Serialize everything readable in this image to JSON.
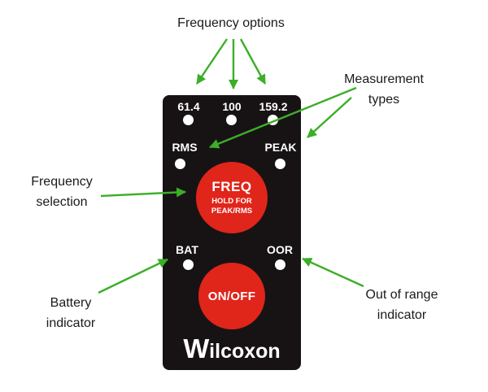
{
  "colors": {
    "page-bg": "#ffffff",
    "panel": "#171314",
    "button": "#e0251b",
    "arrow": "#3cae27",
    "led": "#ffffff",
    "panel-text": "#ffffff",
    "label-text": "#1a1a1a"
  },
  "annotations": {
    "frequency_options": "Frequency options",
    "measurement_types": "Measurement\ntypes",
    "frequency_selection": "Frequency\nselection",
    "battery_indicator": "Battery\nindicator",
    "out_of_range_indicator": "Out of range\nindicator"
  },
  "panel": {
    "frequency_values": [
      "61.4",
      "100",
      "159.2"
    ],
    "rms_label": "RMS",
    "peak_label": "PEAK",
    "freq_button": {
      "title": "FREQ",
      "sub1": "HOLD FOR",
      "sub2": "PEAK/RMS"
    },
    "bat_label": "BAT",
    "oor_label": "OOR",
    "onoff_button": "ON/OFF",
    "brand": "Wilcoxon"
  }
}
